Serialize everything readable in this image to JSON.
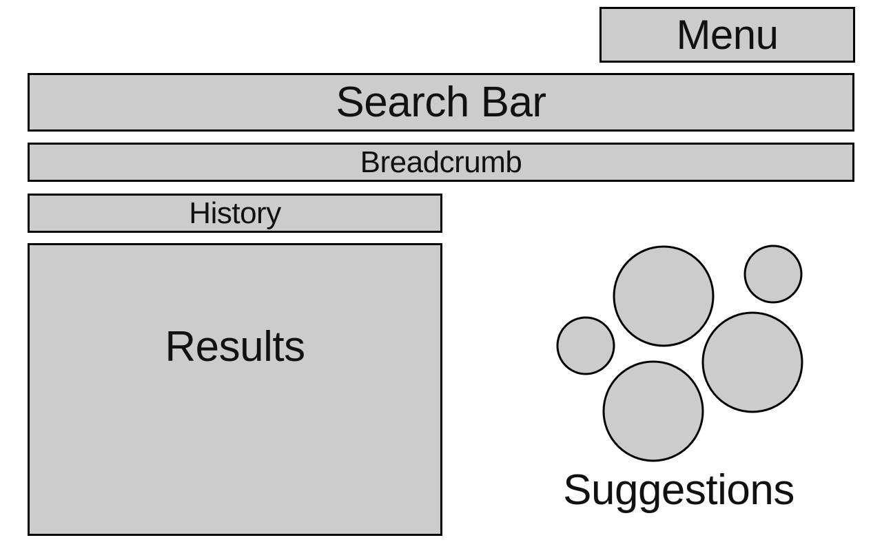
{
  "menu": {
    "label": "Menu"
  },
  "search_bar": {
    "label": "Search Bar"
  },
  "breadcrumb": {
    "label": "Breadcrumb"
  },
  "history": {
    "label": "History"
  },
  "results": {
    "label": "Results"
  },
  "suggestions": {
    "label": "Suggestions",
    "bubble_count": 5
  },
  "colors": {
    "box_fill": "#cccccc",
    "border": "#000000",
    "text": "#111111",
    "background": "#ffffff"
  }
}
